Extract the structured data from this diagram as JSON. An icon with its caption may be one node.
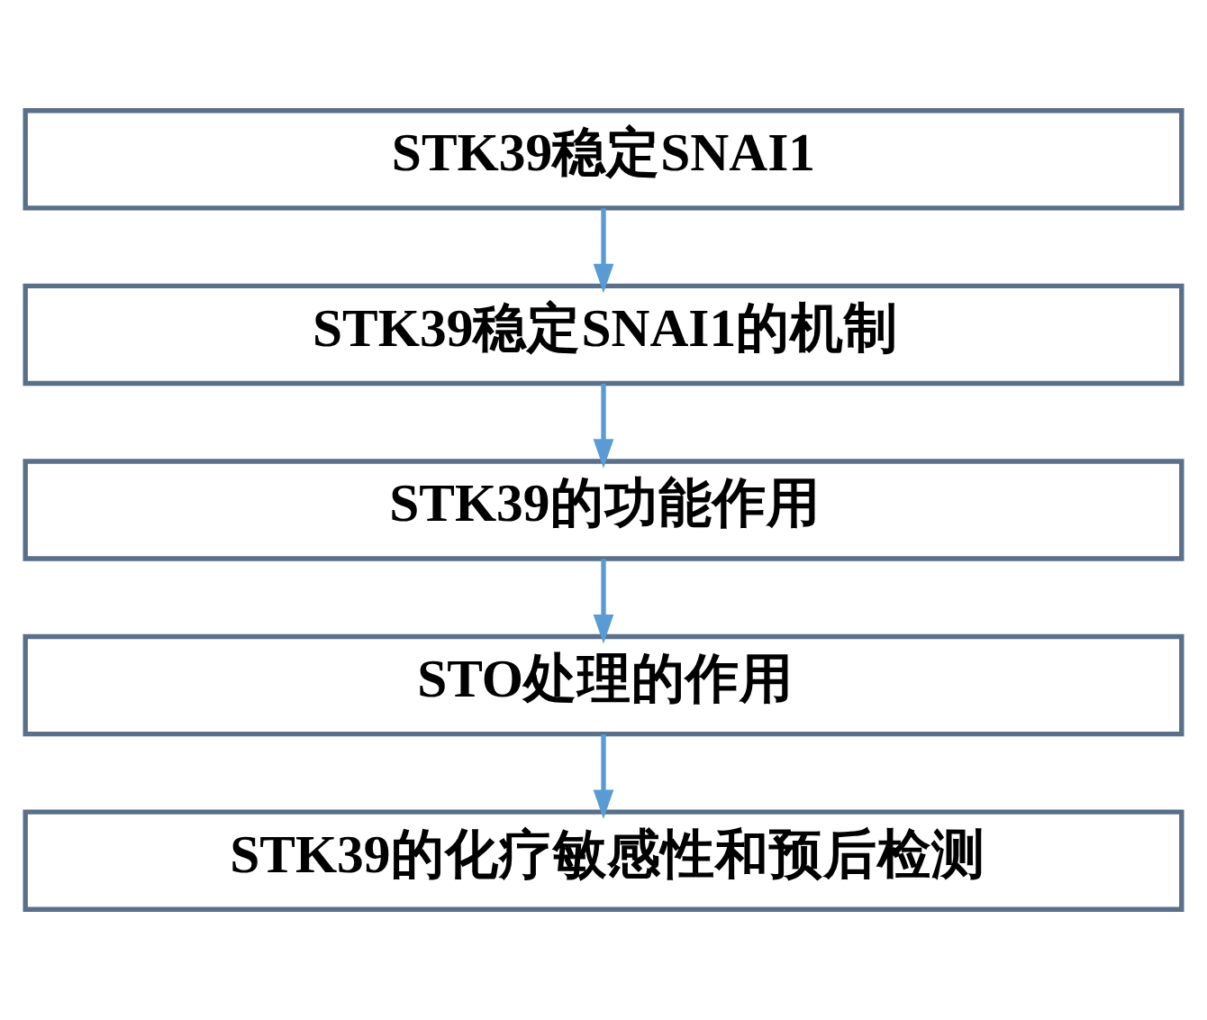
{
  "diagram": {
    "nodes": [
      {
        "text": [
          "STK39稳定SNAI1"
        ]
      },
      {
        "text": [
          "STK39稳定SNAI1的机制"
        ]
      },
      {
        "text": [
          "STK39的功能作用"
        ]
      },
      {
        "text": [
          "STO处理的作用"
        ]
      },
      {
        "text": [
          "STK39的化疗敏感性和预后检测"
        ]
      }
    ],
    "edges": [
      {
        "from": 0,
        "to": 1,
        "arrow": "to"
      },
      {
        "from": 1,
        "to": 2,
        "arrow": "to"
      },
      {
        "from": 2,
        "to": 3,
        "arrow": "to"
      },
      {
        "from": 3,
        "to": 4,
        "arrow": "to"
      }
    ]
  }
}
